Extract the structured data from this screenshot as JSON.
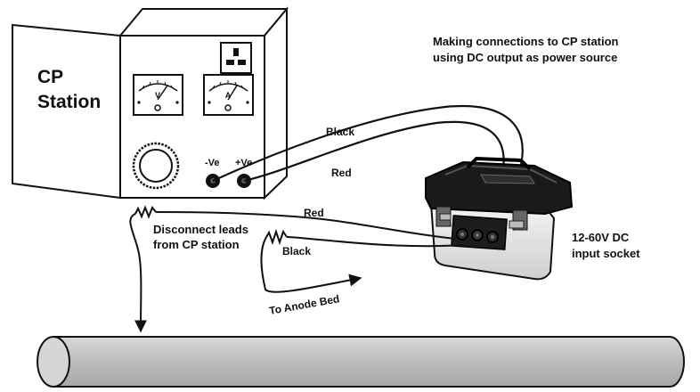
{
  "title": {
    "line1": "Making connections to CP station",
    "line2": "using DC output as power source"
  },
  "station": {
    "name_line1": "CP",
    "name_line2": "Station",
    "meter_v_label": "V",
    "meter_a_label": "A",
    "terminal_neg": "-Ve",
    "terminal_pos": "+Ve",
    "socket_icon": "uk-power-socket-icon",
    "dial_icon": "rotary-dial-icon"
  },
  "cables": {
    "black_top": "Black",
    "red_top": "Red",
    "red_lead": "Red",
    "black_lead": "Black",
    "lead_colors": {
      "black": "#111111",
      "red": "#111111"
    }
  },
  "notes": {
    "disconnect_line1": "Disconnect leads",
    "disconnect_line2": "from CP station",
    "anode": "To Anode Bed"
  },
  "device": {
    "label_line1": "12-60V DC",
    "label_line2": "input socket",
    "icon": "portable-power-case-icon"
  },
  "pipe": {
    "icon": "pipeline-icon",
    "color": "#bdbdbd"
  }
}
